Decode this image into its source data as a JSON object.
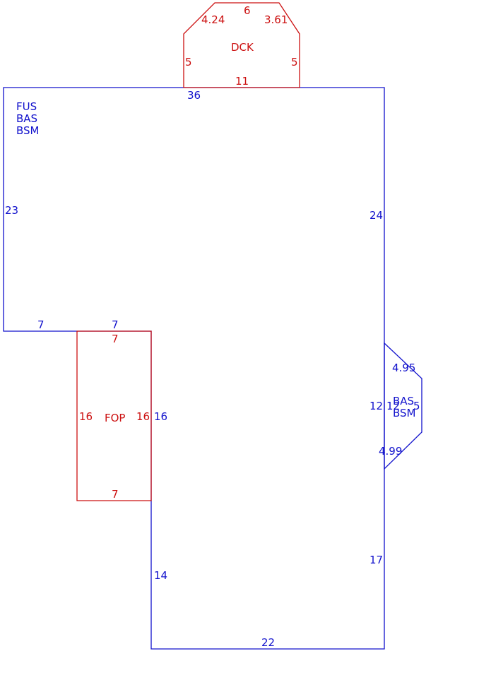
{
  "colors": {
    "main": "#1111cc",
    "accent": "#cc1111",
    "background": "#ffffff"
  },
  "main_area": {
    "codes": [
      "FUS",
      "BAS",
      "BSM"
    ],
    "dims": {
      "top": "36",
      "left": "23",
      "right_upper": "24",
      "step_left": "7",
      "step_right": "7",
      "inner": "16",
      "lower_left": "14",
      "bottom": "22",
      "right_lower": "17"
    }
  },
  "deck": {
    "code": "DCK",
    "dims": {
      "top": "6",
      "upper_left": "4.24",
      "upper_right": "3.61",
      "left": "5",
      "right": "5",
      "bottom": "11"
    }
  },
  "porch": {
    "code": "FOP",
    "dims": {
      "top": "7",
      "left": "16",
      "right": "16",
      "bottom": "7"
    }
  },
  "bay": {
    "codes": [
      "BAS",
      "BSM"
    ],
    "dims": {
      "upper": "4.95",
      "lower": "4.99",
      "base": "12",
      "inner": "12",
      "outer": "5"
    }
  }
}
